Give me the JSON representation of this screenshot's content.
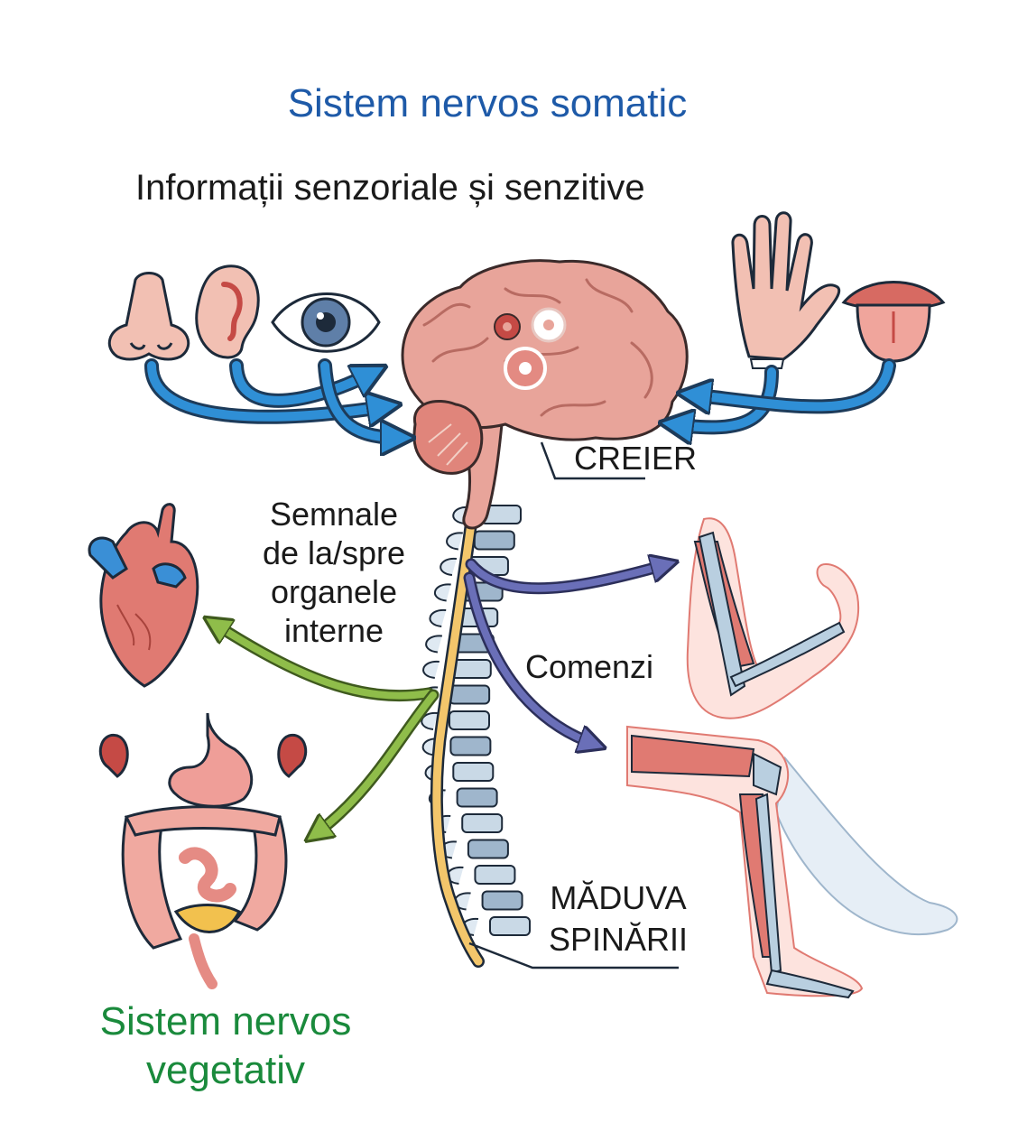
{
  "labels": {
    "somatic": "Sistem nervos somatic",
    "sensory": "Informații senzoriale și senzitive",
    "brain": "CREIER",
    "signals": "Semnale\nde la/spre\norganele\ninterne",
    "commands": "Comenzi",
    "spinal_cord": "MĂDUVA\nSPINĂRII",
    "vegetative": "Sistem nervos\nvegetativ"
  },
  "colors": {
    "somatic_title": "#1e5aa8",
    "vegetative_title": "#1a8a3c",
    "sensory_arrows": "#2f8fd6",
    "command_arrows": "#6a6fb8",
    "organ_arrows": "#8fbd4a",
    "spinal_cord": "#f3c66b",
    "vertebrae": "#c9d9e6",
    "brain": "#e8a49a",
    "muscle": "#e07a72"
  },
  "icons": [
    "nose-icon",
    "ear-icon",
    "eye-icon",
    "hand-icon",
    "tongue-icon",
    "heart-icon",
    "digestive-organs-icon",
    "arm-icon",
    "leg-icon",
    "brain-icon",
    "gears-icon",
    "spine-icon"
  ]
}
